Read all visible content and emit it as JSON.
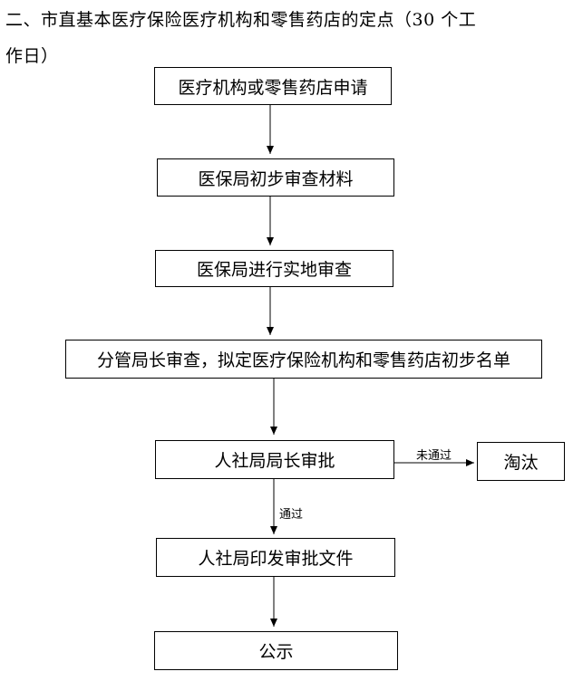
{
  "heading": {
    "line1": "二、市直基本医疗保险医疗机构和零售药店的定点（30 个工",
    "line2": "作日）"
  },
  "steps": {
    "apply": "医疗机构或零售药店申请",
    "initial_review": "医保局初步审查材料",
    "site_inspection": "医保局进行实地审查",
    "deputy_review": "分管局长审查，拟定医疗保险机构和零售药店初步名单",
    "director_approval": "人社局局长审批",
    "eliminated": "淘汰",
    "issue_document": "人社局印发审批文件",
    "publicize": "公示"
  },
  "edges": {
    "not_passed": "未通过",
    "passed": "通过"
  }
}
